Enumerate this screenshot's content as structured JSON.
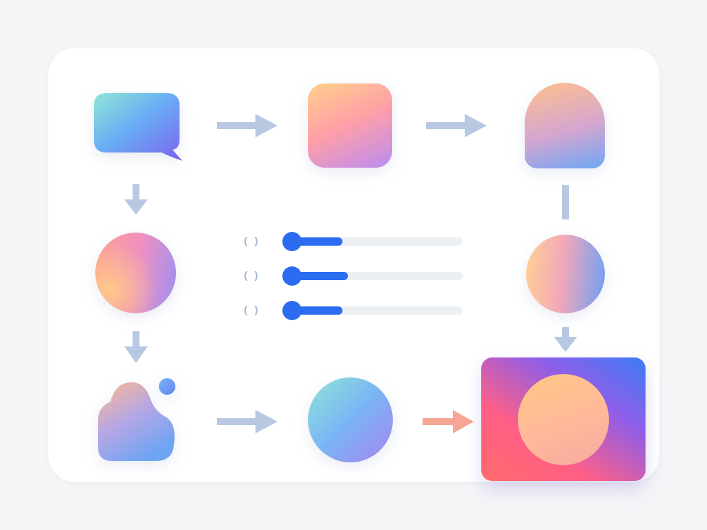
{
  "colors": {
    "connector": "#b6c8e2",
    "highlight_connector": "#f7a594",
    "slider_active": "#2b6cf0",
    "slider_track": "#eceff3",
    "slider_icon": "#a7b8d4"
  },
  "slider_icon_glyph": "( )",
  "sliders": [
    {
      "name": "slider-1",
      "level": 0.3
    },
    {
      "name": "slider-2",
      "level": 0.33
    },
    {
      "name": "slider-3",
      "level": 0.3
    }
  ],
  "icons": {
    "speech_bubble": "chat-bubble-icon",
    "rounded_square": "square-icon",
    "arch": "arch-icon",
    "blob": "blob-icon",
    "final": "image-frame-icon"
  }
}
